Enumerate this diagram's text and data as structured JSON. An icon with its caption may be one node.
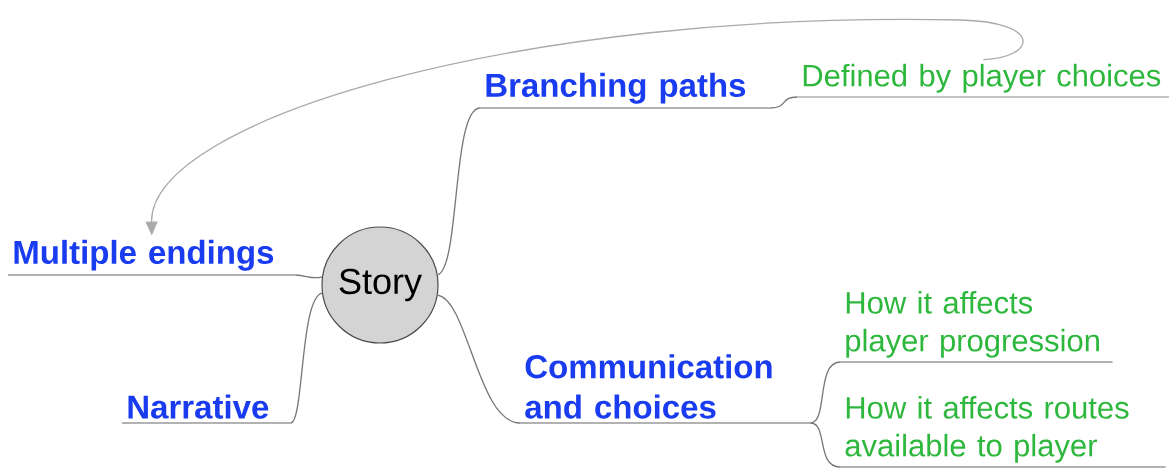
{
  "diagram": {
    "nodes": [
      {
        "text": [
          "Story"
        ]
      },
      {
        "text": [
          "Branching paths"
        ]
      },
      {
        "text": [
          "Defined by player choices"
        ]
      },
      {
        "text": [
          "Multiple endings"
        ]
      },
      {
        "text": [
          "Narrative"
        ]
      },
      {
        "text": [
          "Communication and choices"
        ]
      },
      {
        "text": [
          "How it affects player progression"
        ]
      },
      {
        "text": [
          "How it affects routes available to player"
        ]
      }
    ],
    "edges": [
      {
        "from": 0,
        "to": 1,
        "arrow": "none"
      },
      {
        "from": 1,
        "to": 2,
        "arrow": "none"
      },
      {
        "from": 0,
        "to": 3,
        "arrow": "none"
      },
      {
        "from": 0,
        "to": 4,
        "arrow": "none"
      },
      {
        "from": 0,
        "to": 5,
        "arrow": "none"
      },
      {
        "from": 5,
        "to": 6,
        "arrow": "none"
      },
      {
        "from": 5,
        "to": 7,
        "arrow": "none"
      },
      {
        "from": 2,
        "to": 3,
        "arrow": "to",
        "color": "#aaaaaa"
      }
    ]
  }
}
